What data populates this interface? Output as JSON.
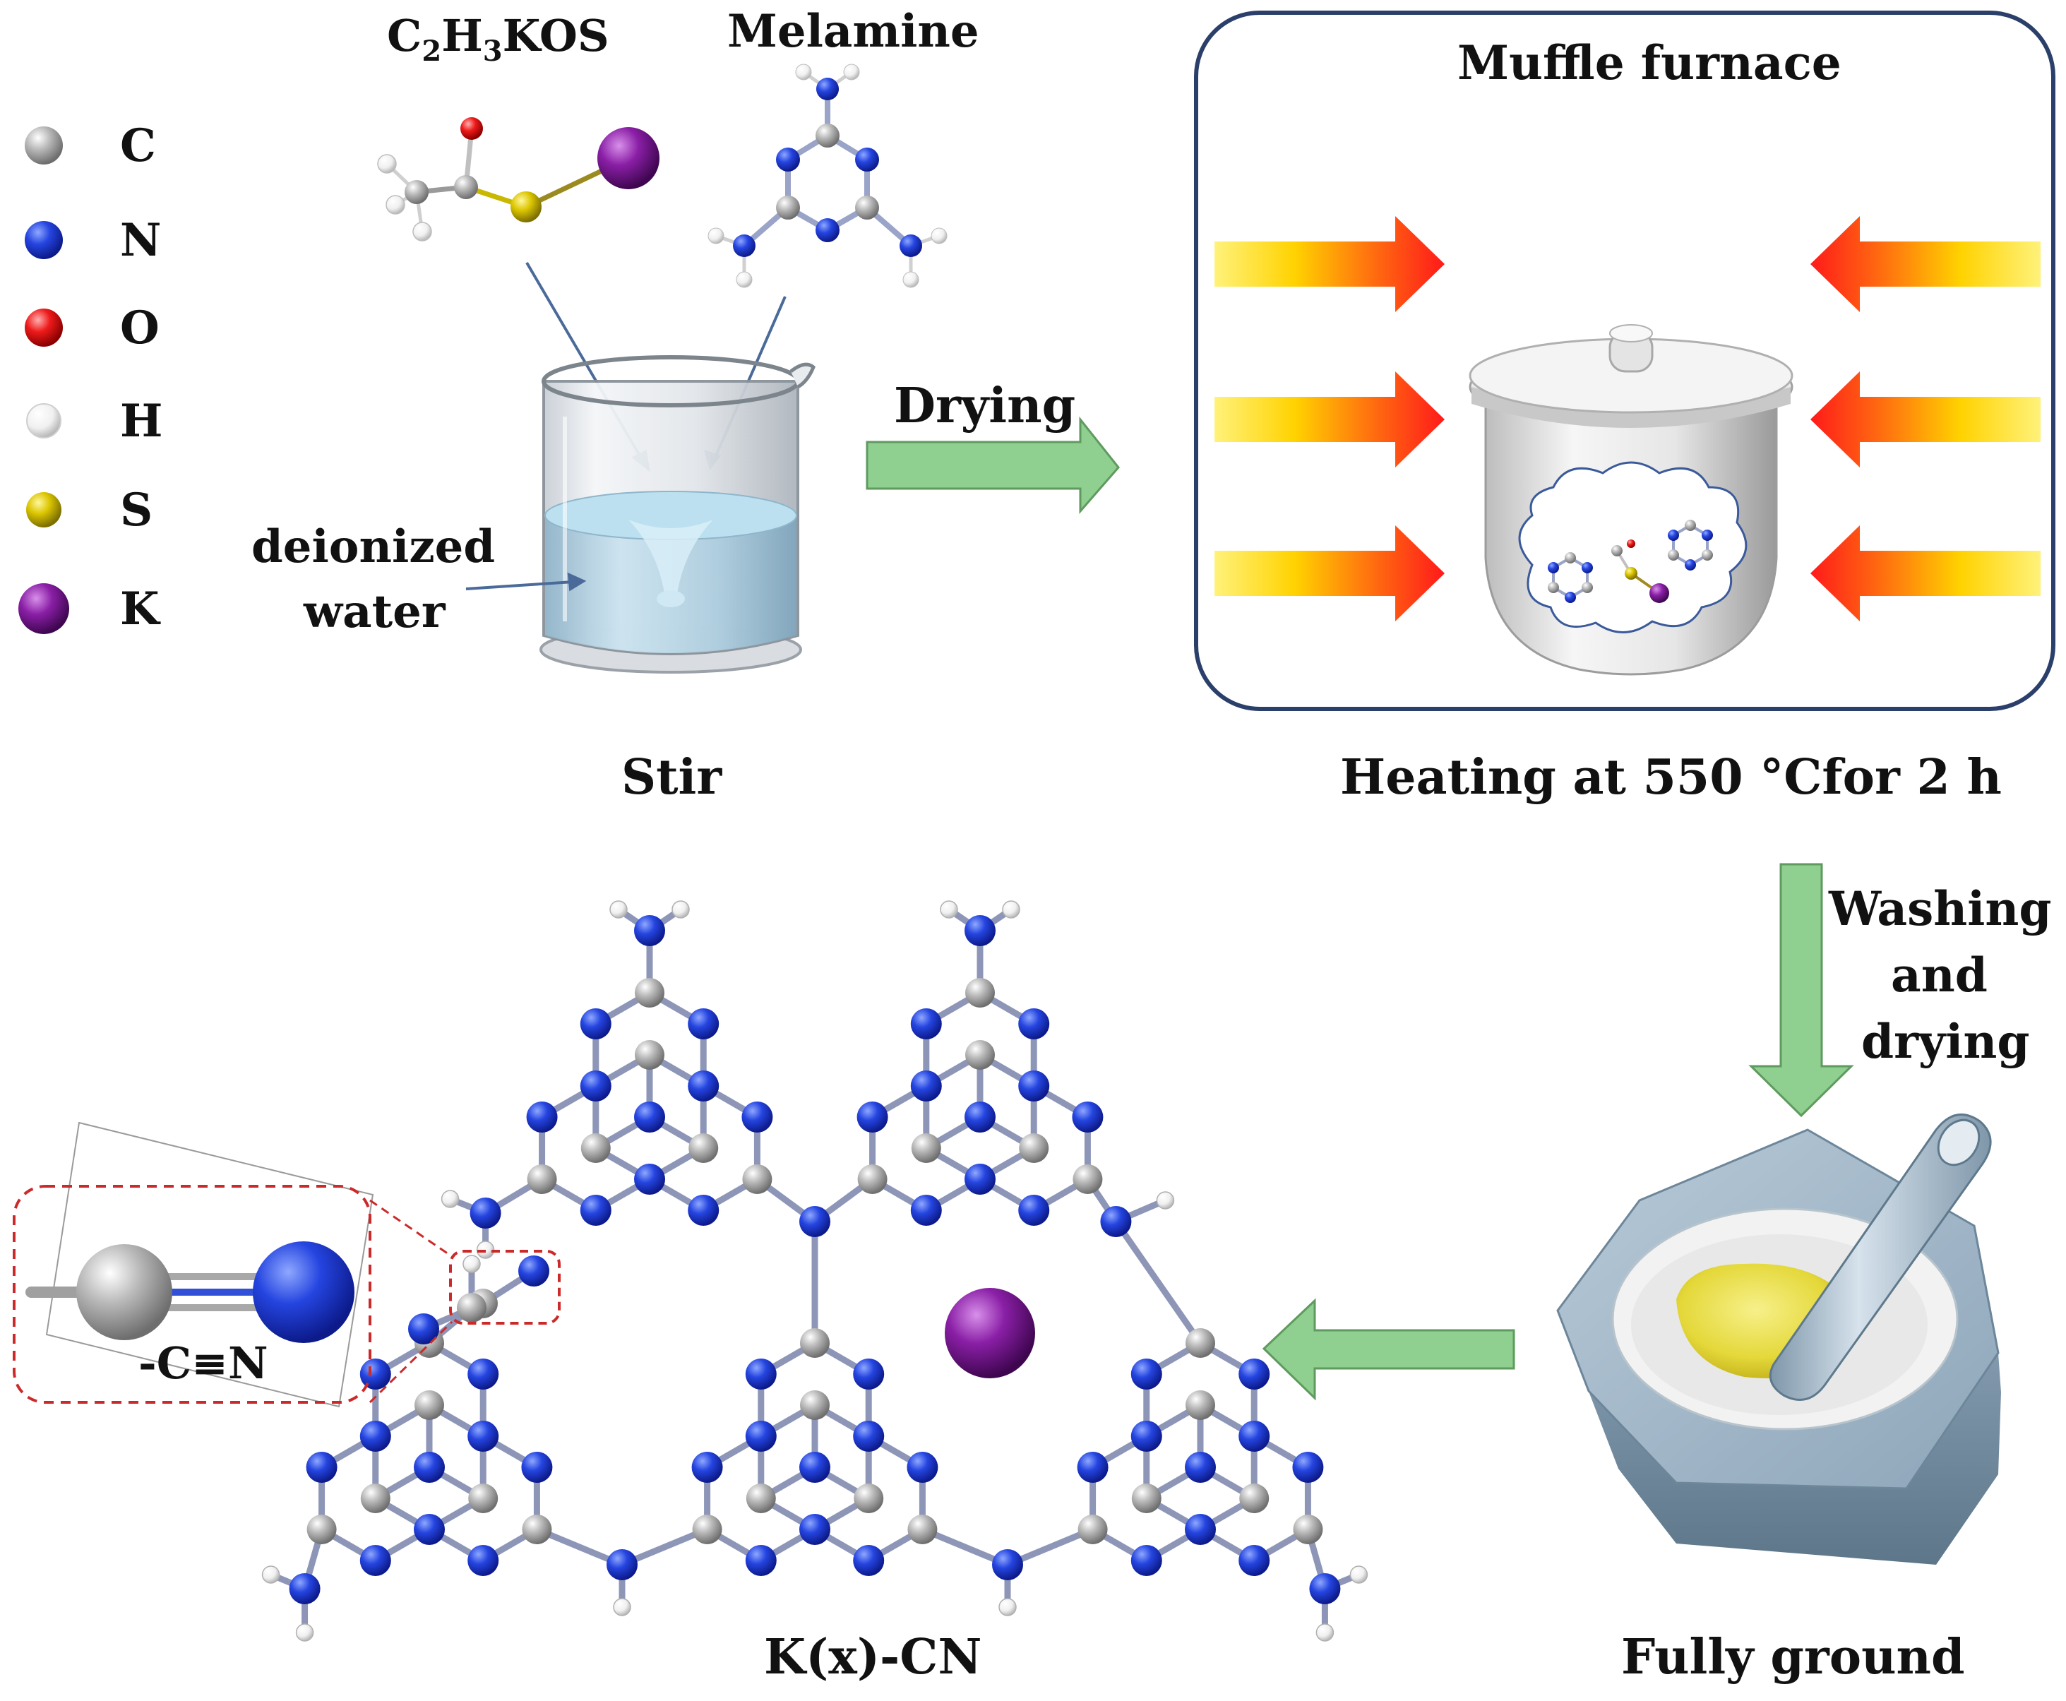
{
  "legend": {
    "items": [
      {
        "symbol": "C",
        "color": "#a8a8a8"
      },
      {
        "symbol": "N",
        "color": "#1d3fd6"
      },
      {
        "symbol": "O",
        "color": "#e8141c"
      },
      {
        "symbol": "H",
        "color": "#f4f4f4"
      },
      {
        "symbol": "S",
        "color": "#d8c400"
      },
      {
        "symbol": "K",
        "color": "#7d1a9a"
      }
    ]
  },
  "reagents": {
    "thioacetate_prefix": "C",
    "thioacetate_sub1": "2",
    "thioacetate_mid": "H",
    "thioacetate_sub2": "3",
    "thioacetate_suffix": "KOS",
    "melamine": "Melamine"
  },
  "beaker": {
    "solvent_line1": "deionized",
    "solvent_line2": "water",
    "step_label": "Stir"
  },
  "steps": {
    "drying": "Drying",
    "furnace_title": "Muffle furnace",
    "heating": "Heating at 550 °Cfor 2 h",
    "washing_line1": "Washing",
    "washing_line2": "and",
    "washing_line3": "drying",
    "ground": "Fully ground",
    "product": "K(x)-CN",
    "cyano": "-C≡N"
  },
  "colors": {
    "arrow_green": "#8fcf8f",
    "furnace_border": "#2b3f6b",
    "powder": "#e8df4a"
  }
}
